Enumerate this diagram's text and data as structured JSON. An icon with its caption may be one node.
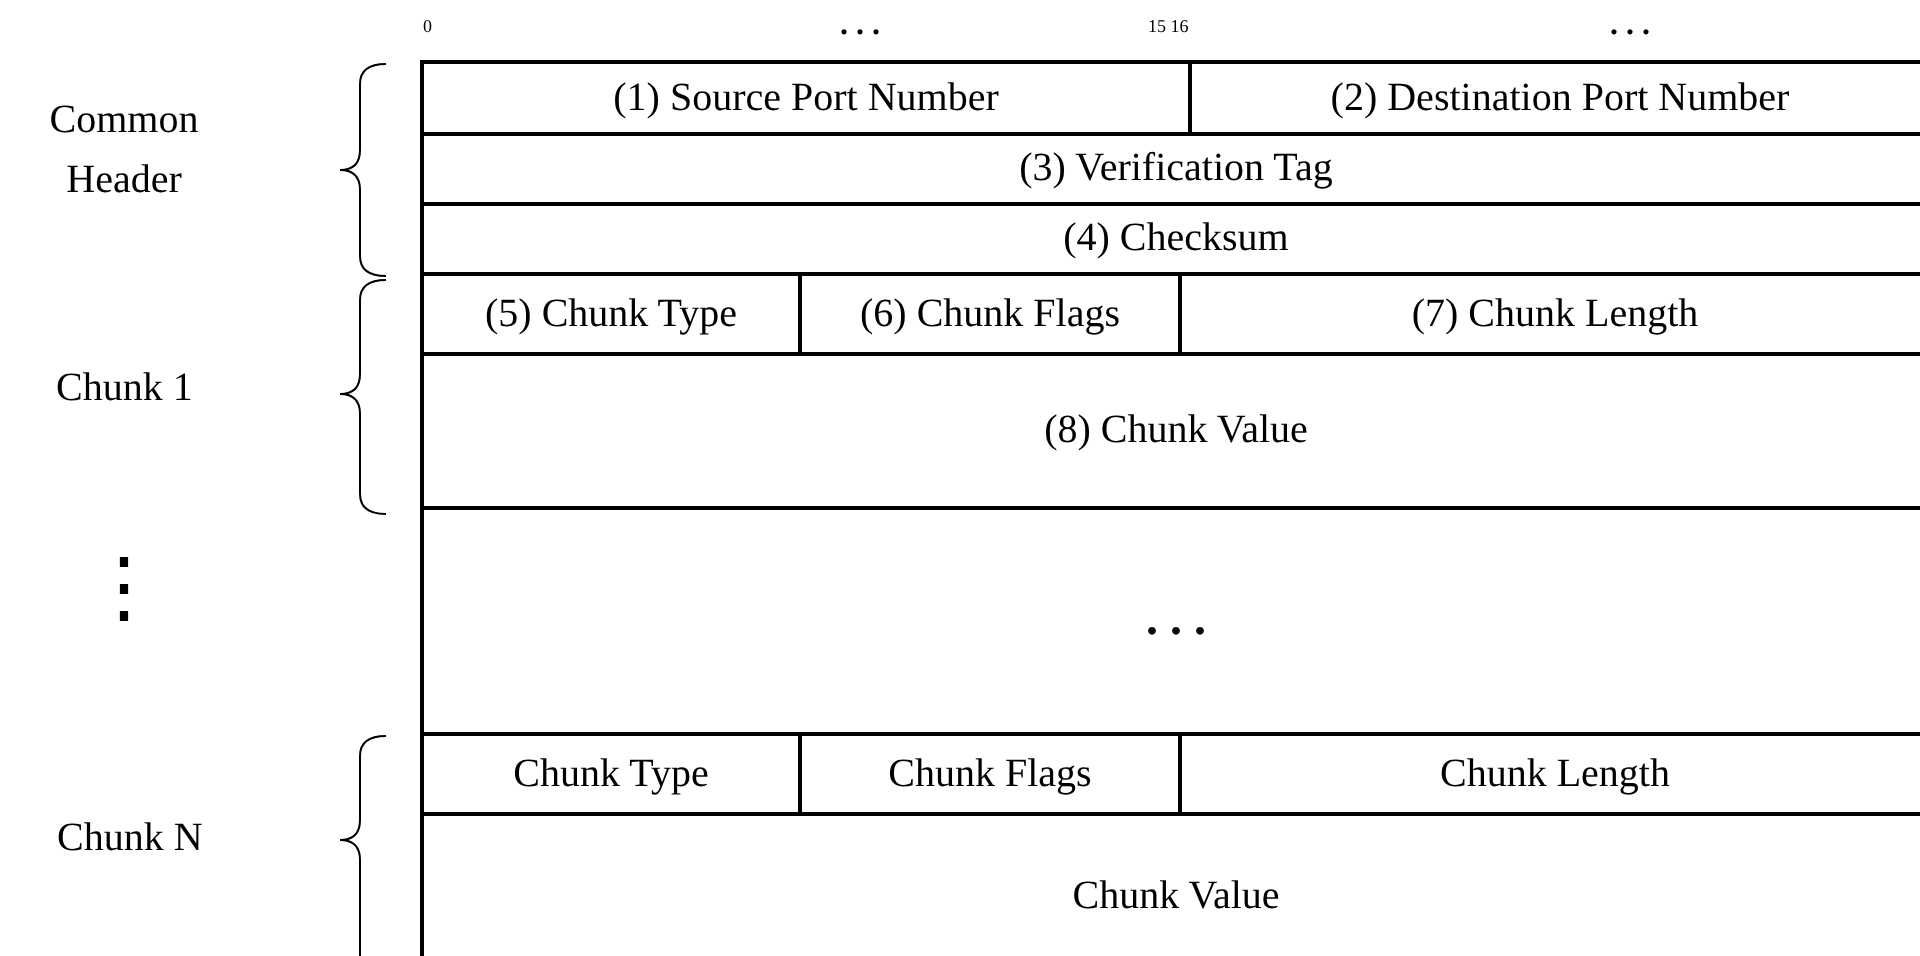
{
  "diagram": {
    "nodes": [
      {
        "text": [
          "(1) Source Port Number"
        ]
      },
      {
        "text": [
          "(2) Destination Port Number"
        ]
      },
      {
        "text": [
          "(3) Verification Tag"
        ]
      },
      {
        "text": [
          "(4) Checksum"
        ]
      },
      {
        "text": [
          "(5) Chunk Type"
        ]
      },
      {
        "text": [
          "(6) Chunk Flags"
        ]
      },
      {
        "text": [
          "(7) Chunk Length"
        ]
      },
      {
        "text": [
          "(8) Chunk Value"
        ]
      },
      {
        "text": [
          ". . ."
        ]
      },
      {
        "text": [
          "Chunk Type"
        ]
      },
      {
        "text": [
          "Chunk Flags"
        ]
      },
      {
        "text": [
          "Chunk Length"
        ]
      },
      {
        "text": [
          "Chunk Value"
        ]
      }
    ],
    "labels": [
      "0",
      ". . .",
      "15 16",
      ". . .",
      "Common Header",
      "Chunk 1",
      "⋮",
      "Chunk N"
    ]
  }
}
